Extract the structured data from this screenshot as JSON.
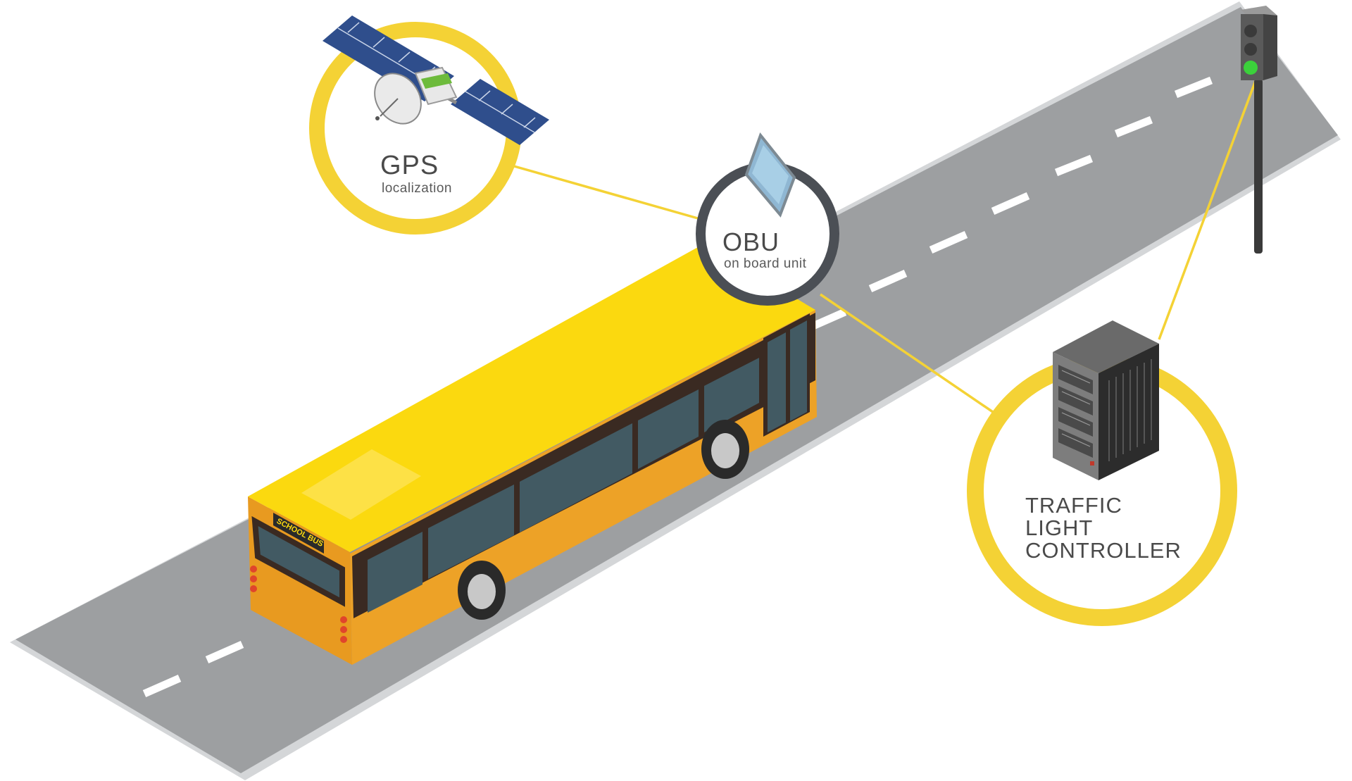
{
  "colors": {
    "road": "#9d9fa1",
    "road_side": "#d4d6d8",
    "lane_mark": "#ffffff",
    "accent_yellow": "#f4d235",
    "bus_roof": "#fbd90f",
    "bus_body": "#eda227",
    "bus_stripe": "#3a2a22",
    "obu_ring": "#4b4f55",
    "server_dark": "#343434",
    "text": "#4a4a4a"
  },
  "nodes": {
    "gps": {
      "title": "GPS",
      "subtitle": "localization",
      "icon": "satellite-icon"
    },
    "obu": {
      "title": "OBU",
      "subtitle": "on board unit",
      "icon": "antenna-panel-icon"
    },
    "controller": {
      "line1": "TRAFFIC",
      "line2": "LIGHT",
      "line3": "CONTROLLER",
      "icon": "server-rack-icon"
    },
    "traffic_light": {
      "icon": "traffic-light-icon",
      "active_signal": "green"
    }
  },
  "bus": {
    "sign": "SCHOOL BUS",
    "icon": "school-bus-icon"
  },
  "connections": [
    {
      "from": "gps",
      "to": "obu"
    },
    {
      "from": "obu",
      "to": "controller"
    },
    {
      "from": "controller",
      "to": "traffic_light"
    }
  ]
}
